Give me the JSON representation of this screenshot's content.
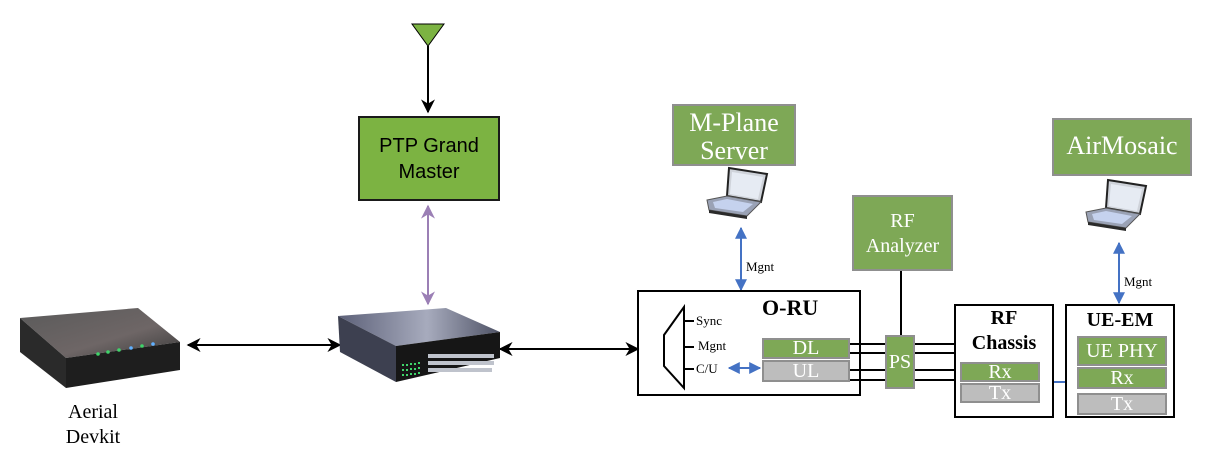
{
  "diagram": {
    "nodes": {
      "gps_antenna": {
        "label": ""
      },
      "ptp_grand_master": {
        "label_line1": "PTP Grand",
        "label_line2": "Master"
      },
      "aerial_devkit": {
        "label_line1": "Aerial",
        "label_line2": "Devkit"
      },
      "switch": {
        "label": ""
      },
      "mplane_server": {
        "label_line1": "M-Plane",
        "label_line2": "Server"
      },
      "rf_analyzer": {
        "label_line1": "RF",
        "label_line2": "Analyzer"
      },
      "airmosaic": {
        "label": "AirMosaic"
      },
      "oru": {
        "title": "O-RU",
        "ports": [
          "Sync",
          "Mgnt",
          "C/U"
        ],
        "dl": "DL",
        "ul": "UL"
      },
      "ps": {
        "label": "PS"
      },
      "rf_chassis": {
        "title_line1": "RF",
        "title_line2": "Chassis",
        "rx": "Rx",
        "tx": "Tx"
      },
      "ue_em": {
        "title": "UE-EM",
        "phy": "UE PHY",
        "rx": "Rx",
        "tx": "Tx"
      }
    },
    "links": {
      "mplane_mgnt": "Mgnt",
      "airmosaic_mgnt": "Mgnt"
    },
    "colors": {
      "green": "#7ea856",
      "grey": "#bdbdbd",
      "border_grey": "#8f8f8f",
      "ptp_green": "#7cb342",
      "blue_arrow": "#4472c4",
      "purple_arrow": "#9b7fb5"
    }
  }
}
